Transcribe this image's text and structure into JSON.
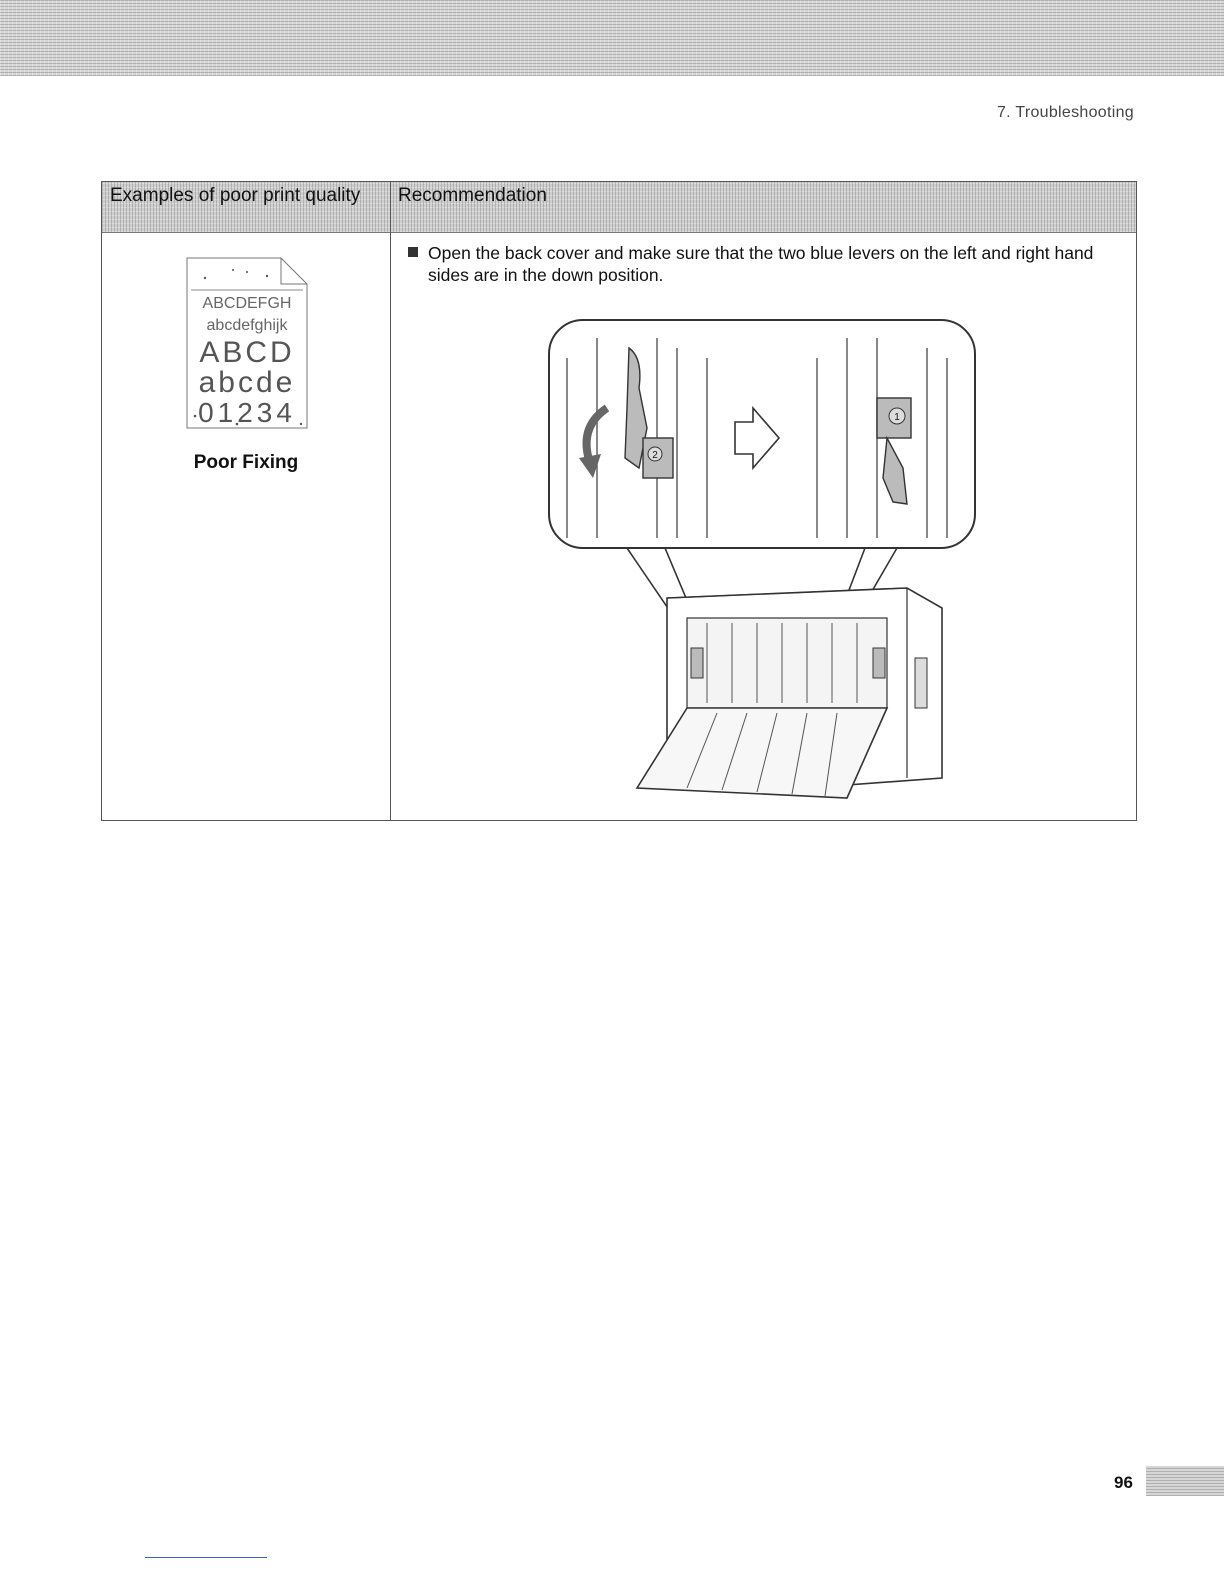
{
  "header": {
    "chapter": "7. Troubleshooting"
  },
  "table": {
    "col1_header": "Examples of poor print quality",
    "col2_header": "Recommendation",
    "sample": {
      "lines": [
        "ABCDEFGH",
        "abcdefghijk",
        "ABCD",
        "abcde",
        "01234"
      ],
      "caption": "Poor Fixing"
    },
    "recommendation": "Open the back cover and make sure that the two blue levers on the left and right hand sides are in the down position.",
    "illustration_icons": [
      "lever-up-icon",
      "lever-down-icon",
      "arrow-right-icon",
      "printer-back-open-icon"
    ],
    "callouts": [
      "2",
      "1"
    ]
  },
  "footer": {
    "page_number": "96"
  }
}
